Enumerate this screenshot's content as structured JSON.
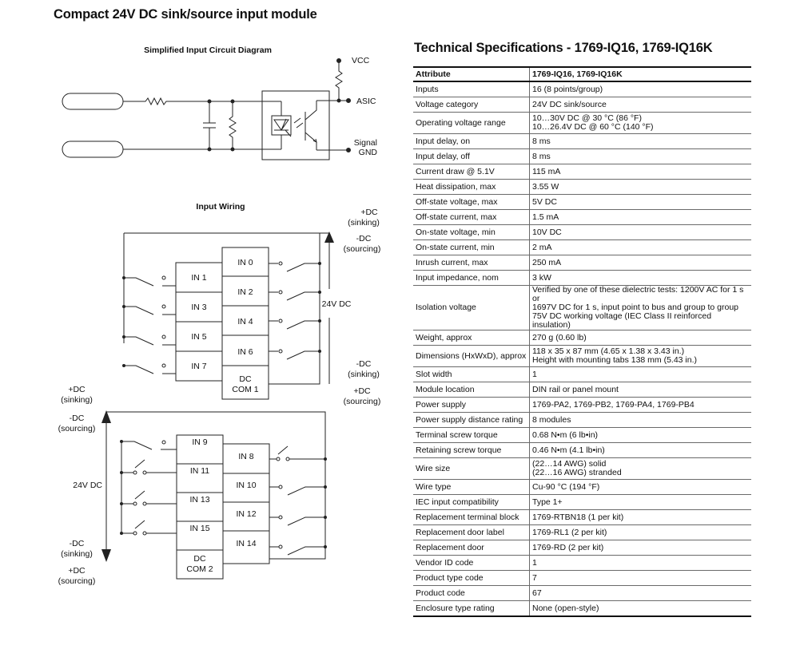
{
  "page_title": "Compact 24V DC sink/source input module",
  "circuit": {
    "title": "Simplified Input Circuit Diagram",
    "vcc": "VCC",
    "asic": "ASIC",
    "signal": "Signal",
    "gnd": "GND"
  },
  "wiring": {
    "title": "Input Wiring",
    "upper": {
      "plus_dc_sinking": [
        "+DC",
        "(sinking)"
      ],
      "minus_dc_sourcing": [
        "-DC",
        "(sourcing)"
      ],
      "voltage": "24V DC",
      "minus_dc_sinking": [
        "-DC",
        "(sinking)"
      ],
      "plus_dc_sourcing": [
        "+DC",
        "(sourcing)"
      ],
      "left_inputs": [
        "IN 1",
        "IN 3",
        "IN 5",
        "IN 7"
      ],
      "right_inputs": [
        "IN 0",
        "IN 2",
        "IN 4",
        "IN 6"
      ],
      "common": [
        "DC",
        "COM 1"
      ]
    },
    "lower": {
      "plus_dc_sinking": [
        "+DC",
        "(sinking)"
      ],
      "minus_dc_sourcing": [
        "-DC",
        "(sourcing)"
      ],
      "voltage": "24V DC",
      "minus_dc_sinking": [
        "-DC",
        "(sinking)"
      ],
      "plus_dc_sourcing": [
        "+DC",
        "(sourcing)"
      ],
      "left_inputs": [
        "IN 9",
        "IN 11",
        "IN 13",
        "IN 15"
      ],
      "right_inputs": [
        "IN 8",
        "IN 10",
        "IN 12",
        "IN 14"
      ],
      "common": [
        "DC",
        "COM 2"
      ]
    }
  },
  "specs": {
    "title": "Technical Specifications - 1769-IQ16, 1769-IQ16K",
    "header": [
      "Attribute",
      "1769-IQ16, 1769-IQ16K"
    ],
    "rows": [
      {
        "attr": "Inputs",
        "value": [
          "16 (8 points/group)"
        ]
      },
      {
        "attr": "Voltage category",
        "value": [
          "24V DC sink/source"
        ]
      },
      {
        "attr": "Operating voltage range",
        "value": [
          "10…30V DC @ 30 °C (86 °F)",
          "10…26.4V DC @ 60 °C (140 °F)"
        ]
      },
      {
        "attr": "Input delay, on",
        "value": [
          "8 ms"
        ]
      },
      {
        "attr": "Input delay, off",
        "value": [
          "8 ms"
        ]
      },
      {
        "attr": "Current draw @ 5.1V",
        "value": [
          "115 mA"
        ]
      },
      {
        "attr": "Heat dissipation, max",
        "value": [
          "3.55 W"
        ]
      },
      {
        "attr": "Off-state voltage, max",
        "value": [
          "5V DC"
        ]
      },
      {
        "attr": "Off-state current, max",
        "value": [
          "1.5 mA"
        ]
      },
      {
        "attr": "On-state voltage, min",
        "value": [
          "10V DC"
        ]
      },
      {
        "attr": "On-state current, min",
        "value": [
          "2 mA"
        ]
      },
      {
        "attr": "Inrush current, max",
        "value": [
          "250 mA"
        ]
      },
      {
        "attr": "Input impedance, nom",
        "value": [
          "3 kW"
        ]
      },
      {
        "attr": "Isolation voltage",
        "value": [
          "Verified by one of these dielectric tests: 1200V AC for 1 s or",
          "1697V DC for 1 s, input point to bus and group to group",
          "75V DC working voltage (IEC Class II reinforced insulation)"
        ]
      },
      {
        "attr": "Weight, approx",
        "value": [
          "270 g (0.60 lb)"
        ]
      },
      {
        "attr": "Dimensions (HxWxD), approx",
        "value": [
          "118 x 35 x 87 mm (4.65 x 1.38 x 3.43 in.)",
          "Height with mounting tabs 138 mm (5.43 in.)"
        ]
      },
      {
        "attr": "Slot width",
        "value": [
          "1"
        ]
      },
      {
        "attr": "Module location",
        "value": [
          "DIN rail or panel mount"
        ]
      },
      {
        "attr": "Power supply",
        "value": [
          "1769-PA2, 1769-PB2, 1769-PA4, 1769-PB4"
        ]
      },
      {
        "attr": "Power supply distance rating",
        "value": [
          "8 modules"
        ]
      },
      {
        "attr": "Terminal screw torque",
        "value": [
          "0.68 N•m (6 lb•in)"
        ]
      },
      {
        "attr": "Retaining screw torque",
        "value": [
          "0.46 N•m (4.1 lb•in)"
        ]
      },
      {
        "attr": "Wire size",
        "value": [
          "(22…14 AWG) solid",
          "(22…16 AWG) stranded"
        ]
      },
      {
        "attr": "Wire type",
        "value": [
          "Cu-90 °C (194 °F)"
        ]
      },
      {
        "attr": "IEC input compatibility",
        "value": [
          "Type 1+"
        ]
      },
      {
        "attr": "Replacement terminal block",
        "value": [
          "1769-RTBN18 (1 per kit)"
        ]
      },
      {
        "attr": "Replacement door label",
        "value": [
          "1769-RL1 (2 per kit)"
        ]
      },
      {
        "attr": "Replacement door",
        "value": [
          "1769-RD (2 per kit)"
        ]
      },
      {
        "attr": "Vendor ID code",
        "value": [
          "1"
        ]
      },
      {
        "attr": "Product type code",
        "value": [
          "7"
        ]
      },
      {
        "attr": "Product code",
        "value": [
          "67"
        ]
      },
      {
        "attr": "Enclosure type rating",
        "value": [
          "None (open-style)"
        ]
      }
    ]
  }
}
